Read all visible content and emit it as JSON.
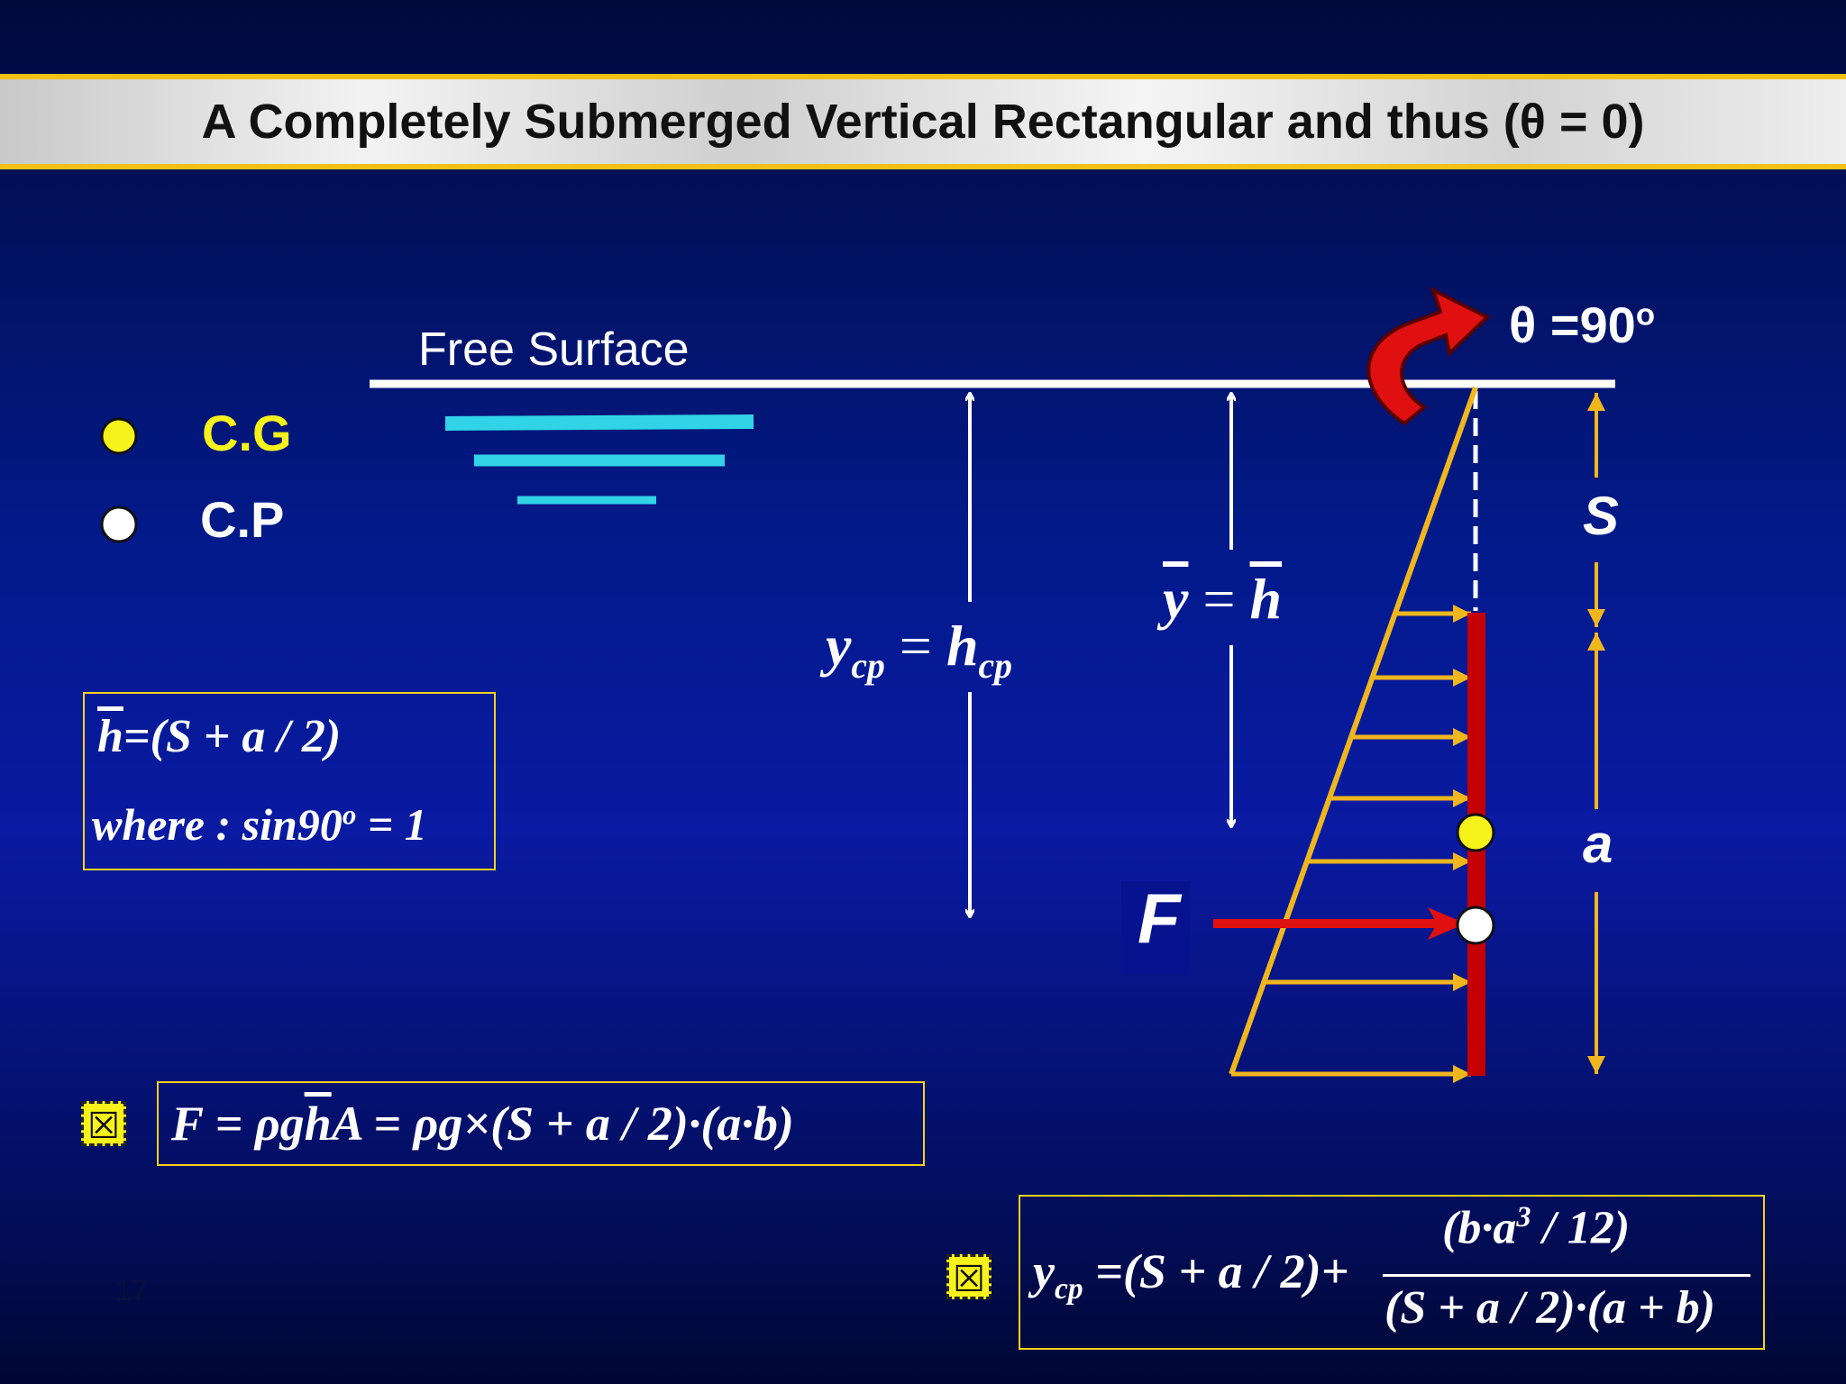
{
  "title": "A Completely Submerged Vertical Rectangular and thus (θ = 0)",
  "diagram": {
    "free_surface_label": "Free Surface",
    "theta_label": "θ =90",
    "theta_sup": "o",
    "s_label": "S",
    "a_label": "a",
    "f_label": "F",
    "ycp_eq": {
      "y": "y",
      "ysub": "cp",
      "eq": " = ",
      "h": "h",
      "hsub": "cp"
    },
    "ybar_eq": {
      "y": "y",
      "eq": " = ",
      "h": "h"
    },
    "colors": {
      "plate": "#c40000",
      "pressure": "#f0b61e",
      "force": "#e01010",
      "water": "#31d3e6",
      "cg": "#f6f21a",
      "cp": "#ffffff"
    }
  },
  "legend": [
    {
      "label": "C.G",
      "color": "#f6f21a"
    },
    {
      "label": "C.P",
      "color": "#ffffff"
    }
  ],
  "box_hbar": {
    "line1": {
      "h": "h",
      "rest": "=(S + a / 2)"
    },
    "line2": {
      "text": "where : sin90",
      "sup": "o",
      "rest": " = 1"
    }
  },
  "eq_force": {
    "icon": "checkbox-icon",
    "lhs": "F = ρg",
    "h": "h",
    "rest": "A = ρg×(S + a / 2)·(a·b)"
  },
  "eq_ycp": {
    "icon": "checkbox-icon",
    "y": "y",
    "sub": "cp",
    "mid": " =(S + a / 2)+",
    "num": "(b·a",
    "num_sup": "3",
    "num_rest": " / 12)",
    "den": "(S + a / 2)·(a + b)"
  },
  "page_number": "17"
}
